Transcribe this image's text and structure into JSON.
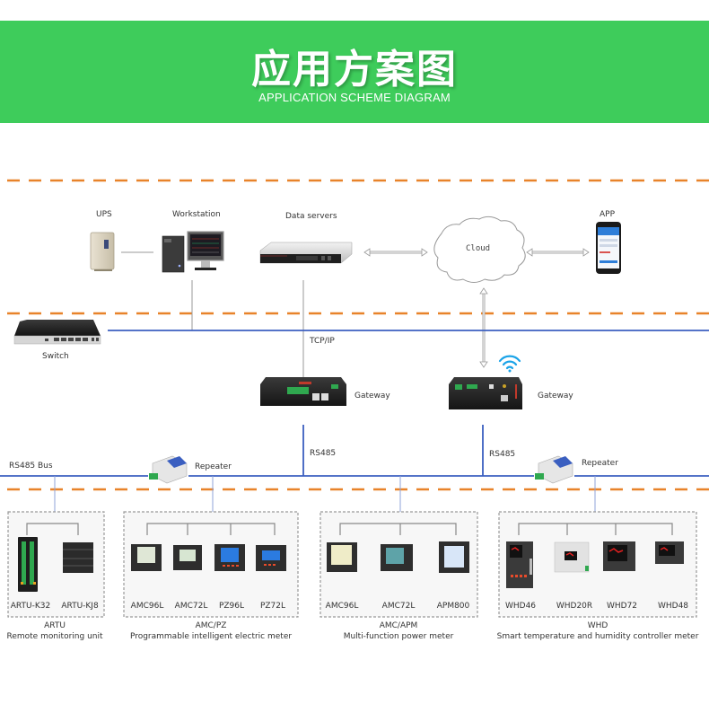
{
  "header": {
    "title": "应用方案图",
    "subtitle": "APPLICATION SCHEME DIAGRAM",
    "background_color": "#3ecc5b"
  },
  "colors": {
    "zone_divider": "#e8832a",
    "bus_line": "#3b5fc0",
    "link_line": "#999999",
    "wifi": "#1aa3e8"
  },
  "top_tier": {
    "ups": "UPS",
    "workstation": "Workstation",
    "data_servers": "Data servers",
    "cloud": "Cloud",
    "app": "APP"
  },
  "network_tier": {
    "switch": "Switch",
    "tcpip": "TCP/IP",
    "gateway_left": "Gateway",
    "gateway_right": "Gateway"
  },
  "field_bus": {
    "bus_label": "RS485 Bus",
    "rs485_left": "RS485",
    "rs485_right": "RS485",
    "repeater_left": "Repeater",
    "repeater_right": "Repeater"
  },
  "groups": [
    {
      "name": "ARTU",
      "description": "Remote monitoring unit",
      "devices": [
        "ARTU-K32",
        "ARTU-KJ8"
      ]
    },
    {
      "name": "AMC/PZ",
      "description": "Programmable intelligent electric meter",
      "devices": [
        "AMC96L",
        "AMC72L",
        "PZ96L",
        "PZ72L"
      ]
    },
    {
      "name": "AMC/APM",
      "description": "Multi-function power meter",
      "devices": [
        "AMC96L",
        "AMC72L",
        "APM800"
      ]
    },
    {
      "name": "WHD",
      "description": "Smart temperature and humidity controller meter",
      "devices": [
        "WHD46",
        "WHD20R",
        "WHD72",
        "WHD48"
      ]
    }
  ]
}
